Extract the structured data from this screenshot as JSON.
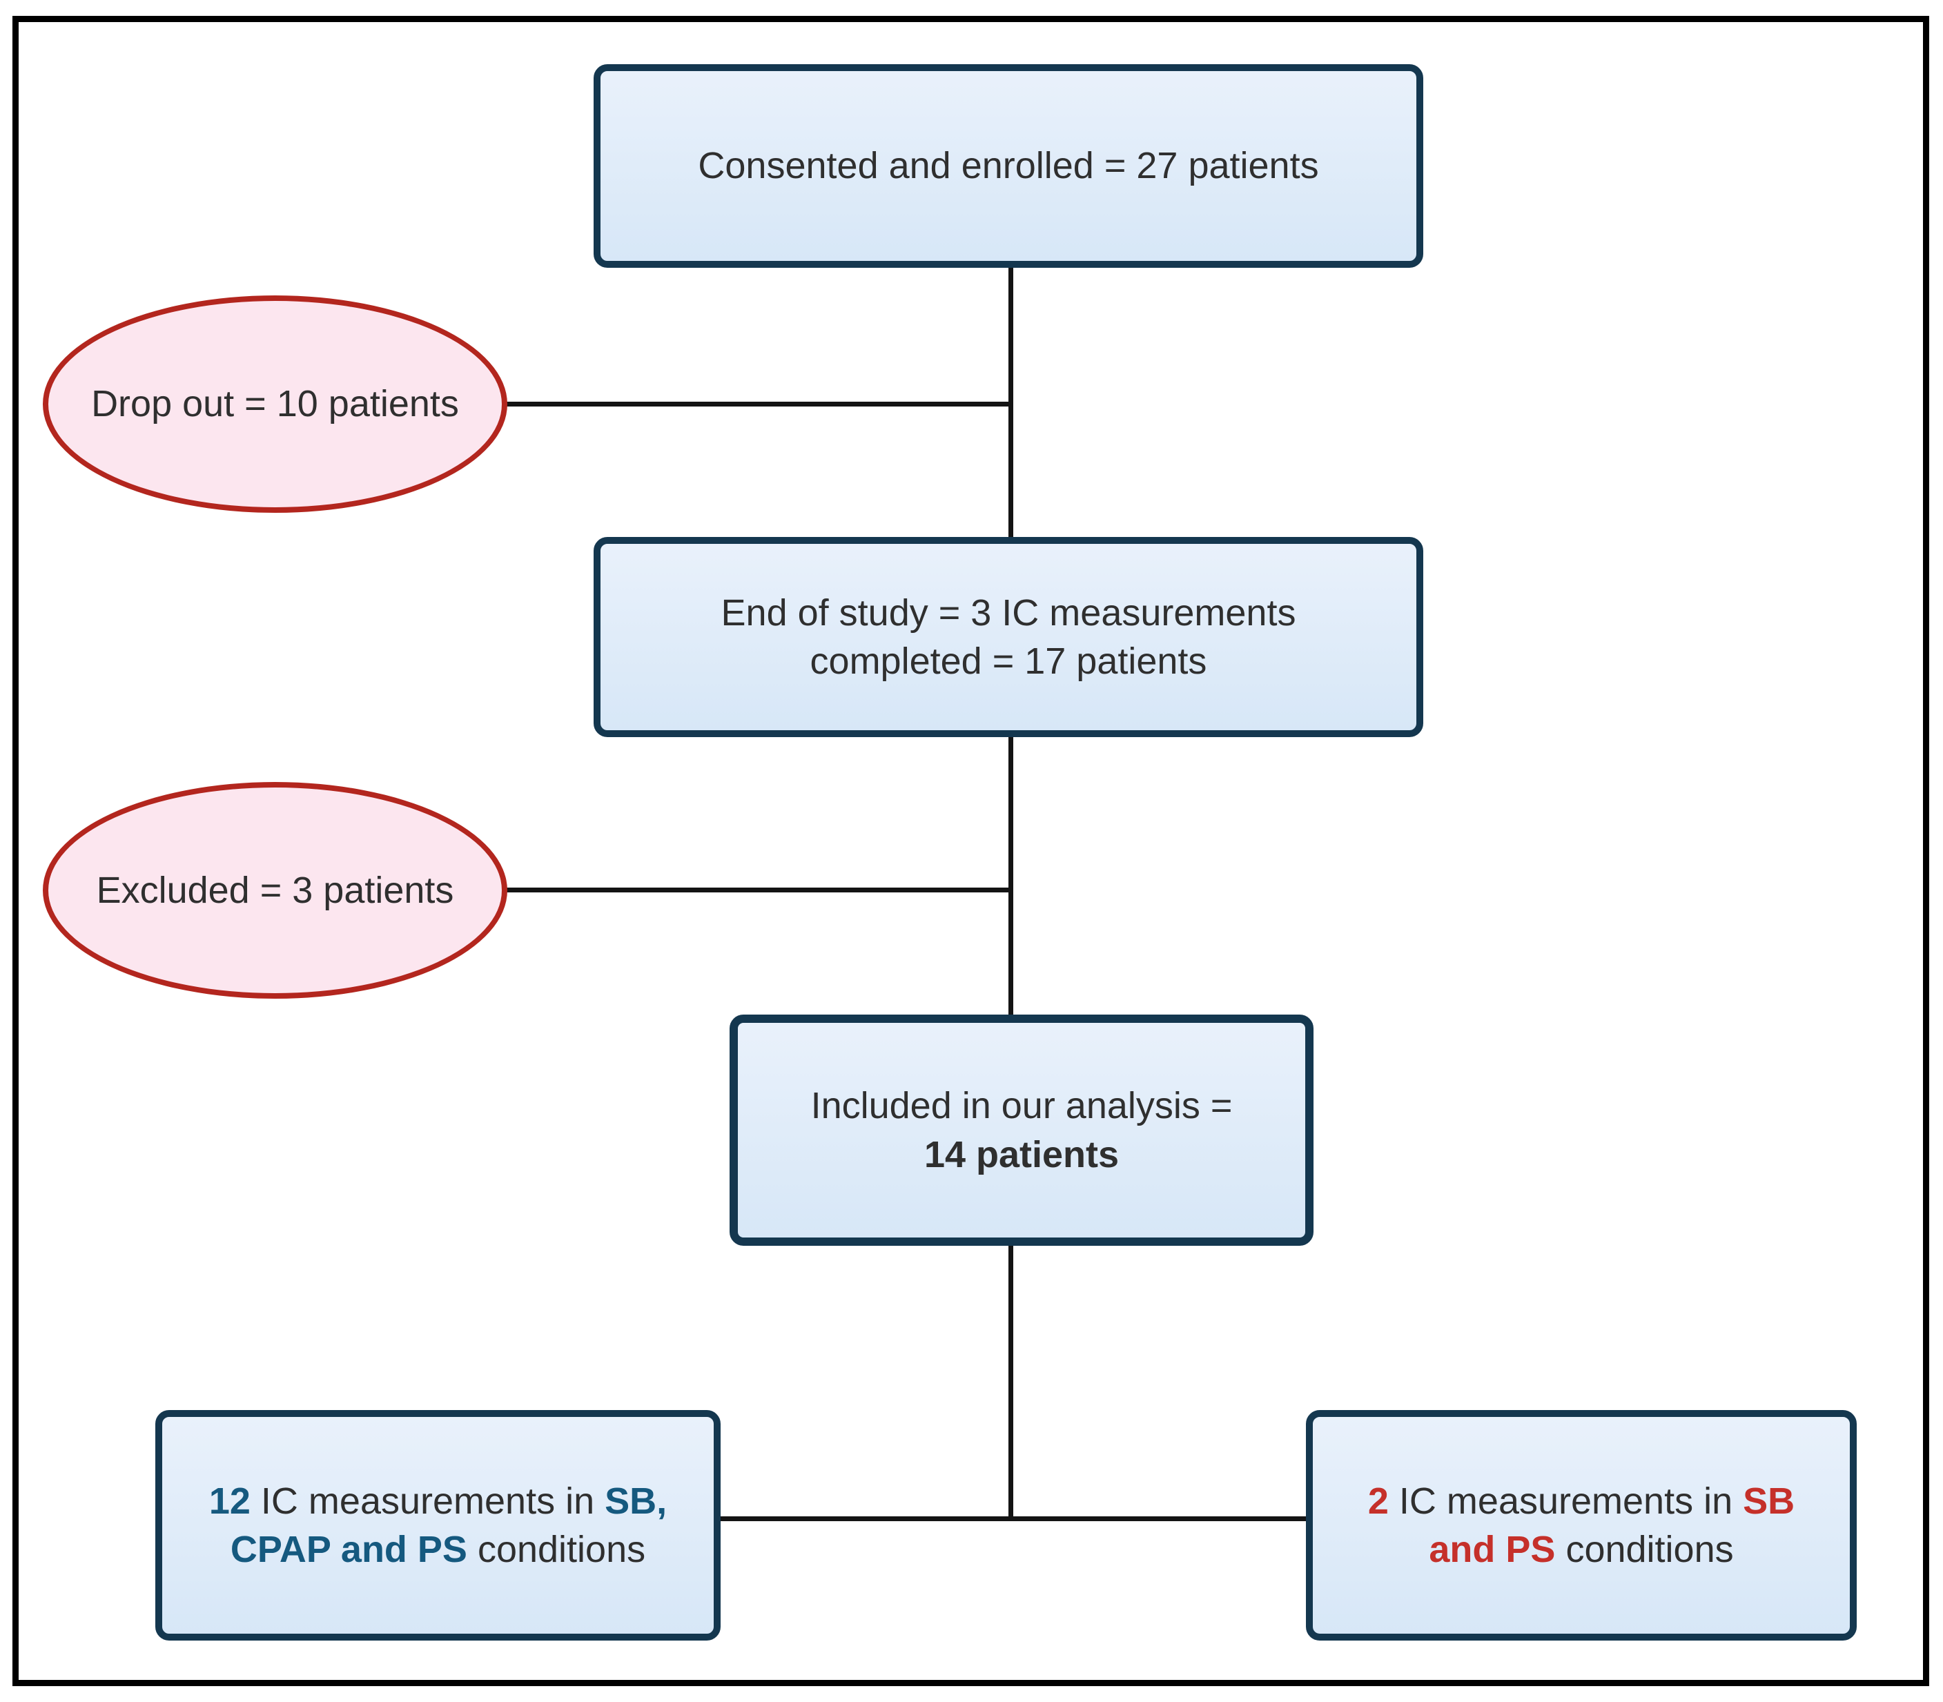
{
  "colors": {
    "box_fill_top": "#e9f1fb",
    "box_fill_bottom": "#d7e7f7",
    "box_border": "#14374f",
    "oval_fill": "#fce6ef",
    "oval_border": "#b3261e",
    "blue": "#15597f",
    "red": "#c5302a",
    "text": "#2f2f2f",
    "line": "#141414"
  },
  "nodes": {
    "consented": {
      "shape": "box",
      "text": "Consented and enrolled = 27 patients"
    },
    "dropout": {
      "shape": "oval",
      "text": "Drop out = 10 patients"
    },
    "end_of_study": {
      "shape": "box",
      "line1": "End of study = 3 IC measurements",
      "line2": "completed = 17 patients"
    },
    "excluded": {
      "shape": "oval",
      "text": "Excluded = 3 patients"
    },
    "included": {
      "shape": "box",
      "line1": "Included in our analysis =",
      "line2": "14 patients"
    },
    "sb_cpap_ps": {
      "shape": "box",
      "line1": [
        {
          "t": "12 ",
          "b": true,
          "c": "blue"
        },
        {
          "t": "IC measurements in "
        },
        {
          "t": "SB,",
          "b": true,
          "c": "blue"
        }
      ],
      "line2": [
        {
          "t": "CPAP and PS",
          "b": true,
          "c": "blue"
        },
        {
          "t": " conditions"
        }
      ]
    },
    "sb_ps": {
      "shape": "box",
      "line1": [
        {
          "t": "2 ",
          "b": true,
          "c": "red"
        },
        {
          "t": "IC measurements in "
        },
        {
          "t": "SB",
          "b": true,
          "c": "red"
        }
      ],
      "line2": [
        {
          "t": "and PS",
          "b": true,
          "c": "red"
        },
        {
          "t": " conditions"
        }
      ]
    }
  }
}
